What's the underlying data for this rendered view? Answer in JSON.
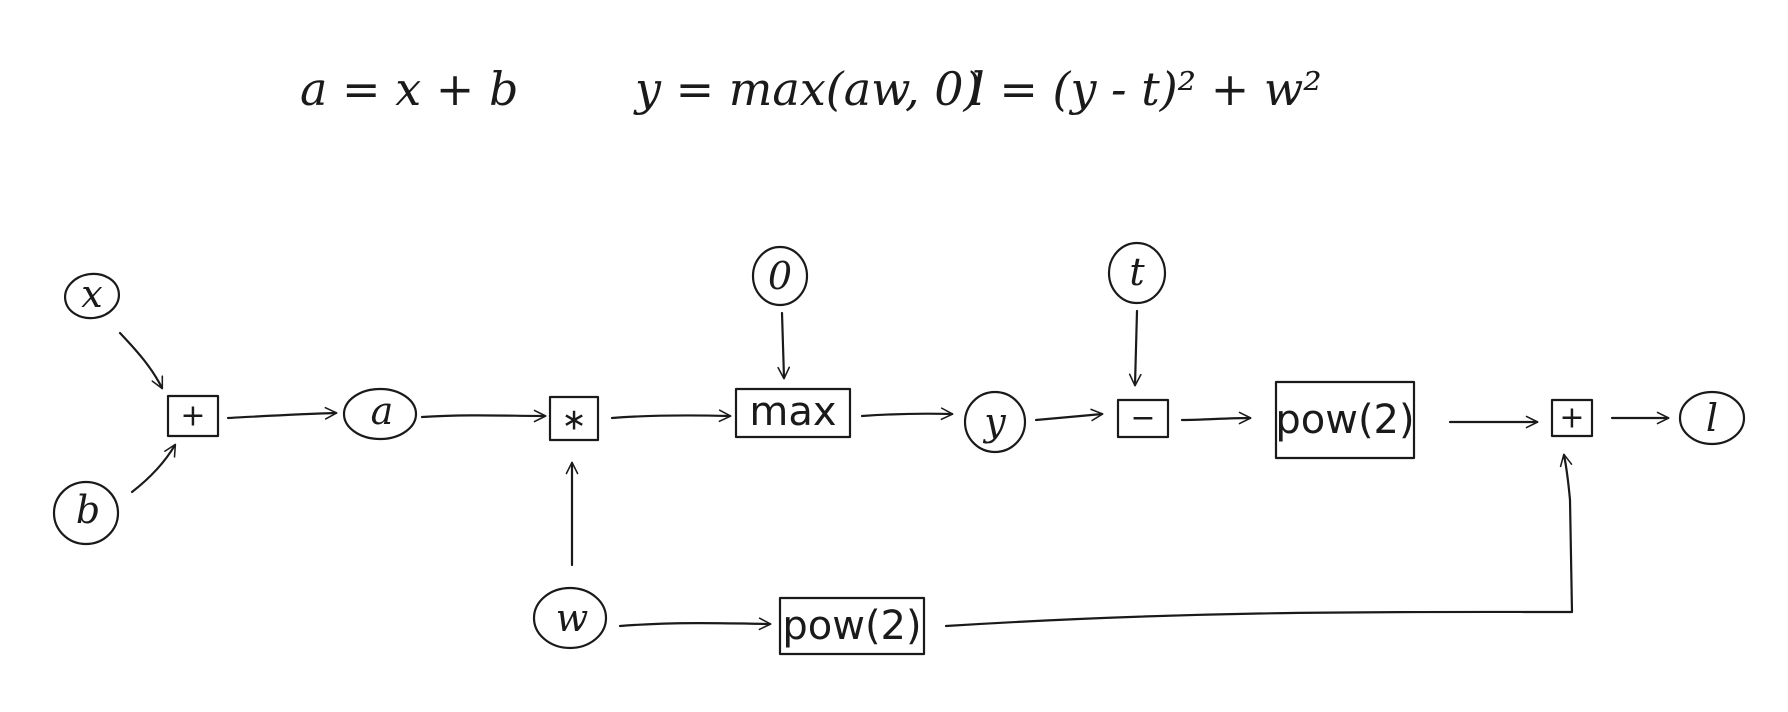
{
  "equations": {
    "eq1": "a = x + b",
    "eq2": "y = max(aw, 0)",
    "eq3": "l = (y - t)² + w²"
  },
  "nodes": {
    "x": "x",
    "b": "b",
    "a": "a",
    "zero": "0",
    "t": "t",
    "y": "y",
    "w": "w",
    "l": "l"
  },
  "ops": {
    "add1": "+",
    "mul": "∗",
    "max": "max",
    "sub": "−",
    "pow1": "pow(2)",
    "pow2": "pow(2)",
    "add2": "+"
  },
  "colors": {
    "ink": "#1a1a1a",
    "background": "#ffffff"
  }
}
